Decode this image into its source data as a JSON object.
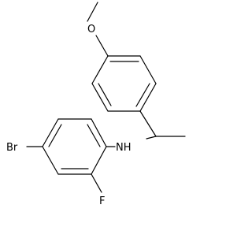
{
  "molecule": {
    "atom_labels": {
      "bromine": "Br",
      "fluorine": "F",
      "amine": "NH",
      "oxygen": "O"
    }
  },
  "colors": {
    "bond": "#000000",
    "text": "#000000",
    "background": "#ffffff"
  }
}
